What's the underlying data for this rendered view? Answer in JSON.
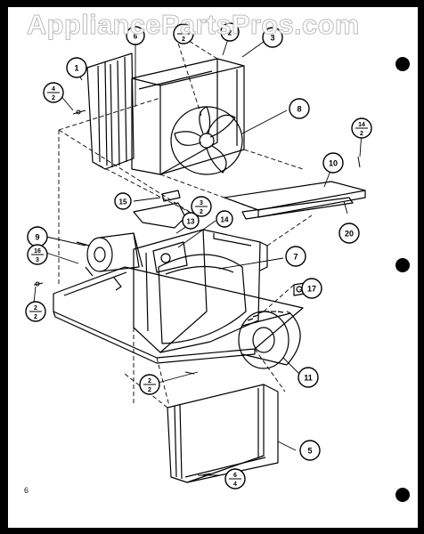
{
  "watermark": "AppliancePartsPros.com",
  "page_number": "6",
  "callouts": [
    {
      "id": "c1",
      "label": "1"
    },
    {
      "id": "c2",
      "label": "2"
    },
    {
      "id": "c3",
      "label": "3"
    },
    {
      "id": "c5",
      "label": "5"
    },
    {
      "id": "c6",
      "label": "6"
    },
    {
      "id": "c7",
      "label": "7"
    },
    {
      "id": "c8",
      "label": "8"
    },
    {
      "id": "c9",
      "label": "9"
    },
    {
      "id": "c10",
      "label": "10"
    },
    {
      "id": "c11",
      "label": "11"
    },
    {
      "id": "c13",
      "label": "13"
    },
    {
      "id": "c14",
      "label": "14"
    },
    {
      "id": "c15",
      "label": "15"
    },
    {
      "id": "c17",
      "label": "17"
    },
    {
      "id": "c20",
      "label": "20"
    }
  ],
  "fraction_callouts": [
    {
      "id": "f1",
      "top": "4",
      "bottom": "2"
    },
    {
      "id": "f2",
      "top": "8",
      "bottom": "2"
    },
    {
      "id": "f3",
      "top": "14",
      "bottom": "2"
    },
    {
      "id": "f4",
      "top": "3",
      "bottom": "2"
    },
    {
      "id": "f5",
      "top": "16",
      "bottom": "3"
    },
    {
      "id": "f6",
      "top": "2",
      "bottom": "2"
    },
    {
      "id": "f7",
      "top": "2",
      "bottom": "2"
    },
    {
      "id": "f8",
      "top": "6",
      "bottom": "4"
    }
  ],
  "colors": {
    "ink": "#000000",
    "paper": "#ffffff",
    "frame": "#000000",
    "watermark_outline": "#b9b9b9"
  }
}
